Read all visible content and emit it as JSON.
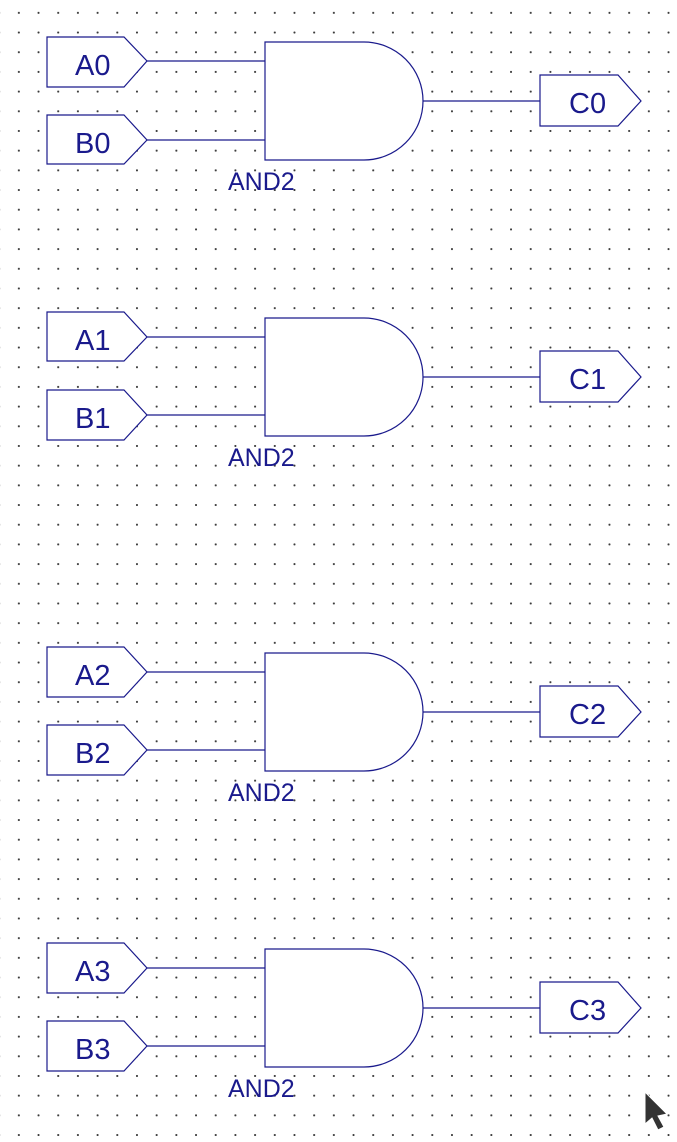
{
  "gates": [
    {
      "type": "AND2",
      "inputs": [
        "A0",
        "B0"
      ],
      "output": "C0"
    },
    {
      "type": "AND2",
      "inputs": [
        "A1",
        "B1"
      ],
      "output": "C1"
    },
    {
      "type": "AND2",
      "inputs": [
        "A2",
        "B2"
      ],
      "output": "C2"
    },
    {
      "type": "AND2",
      "inputs": [
        "A3",
        "B3"
      ],
      "output": "C3"
    }
  ],
  "colors": {
    "stroke": "#1a1a8c",
    "grid_dot": "#3a3a3a",
    "background": "#ffffff"
  },
  "cursor": "pointer-cursor-icon"
}
